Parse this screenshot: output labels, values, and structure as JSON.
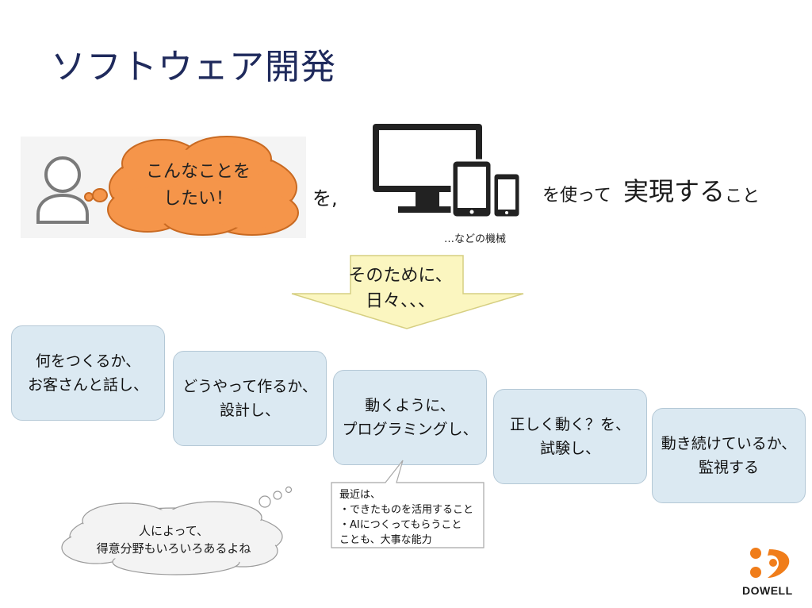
{
  "title": "ソフトウェア開発",
  "speech_bubble": {
    "line1": "こんなことを",
    "line2": "したい！"
  },
  "connector_wo": "を,",
  "devices_caption": "…などの機械",
  "usage_text": "を使って",
  "realize_text": "実現する",
  "koto_text": "こと",
  "arrow_text": {
    "line1": "そのために、",
    "line2": "日々、、、"
  },
  "steps": [
    {
      "line1": "何をつくるか、",
      "line2": "お客さんと話し、"
    },
    {
      "line1": "どうやって作るか、",
      "line2": "設計し、"
    },
    {
      "line1": "動くように、",
      "line2": "プログラミングし、"
    },
    {
      "line1": "正しく動く？を、",
      "line2": "試験し、"
    },
    {
      "line1": "動き続けているか、",
      "line2": "監視する"
    }
  ],
  "note": {
    "line1": "最近は、",
    "line2": "・できたものを活用すること",
    "line3": "・AIにつくってもらうこと",
    "line4": "ことも、大事な能力"
  },
  "thought": {
    "line1": "人によって、",
    "line2": "得意分野もいろいろあるよね"
  },
  "brand": "DOWELL",
  "colors": {
    "title": "#1f2a5c",
    "speech_bubble": "#f5954a",
    "arrow": "#fbf6c0",
    "step_box": "#dbe9f2",
    "logo": "#f07d1a"
  },
  "icons": [
    "person-icon",
    "monitor-icon",
    "tablet-icon",
    "smartphone-icon",
    "dowell-logo-icon"
  ]
}
